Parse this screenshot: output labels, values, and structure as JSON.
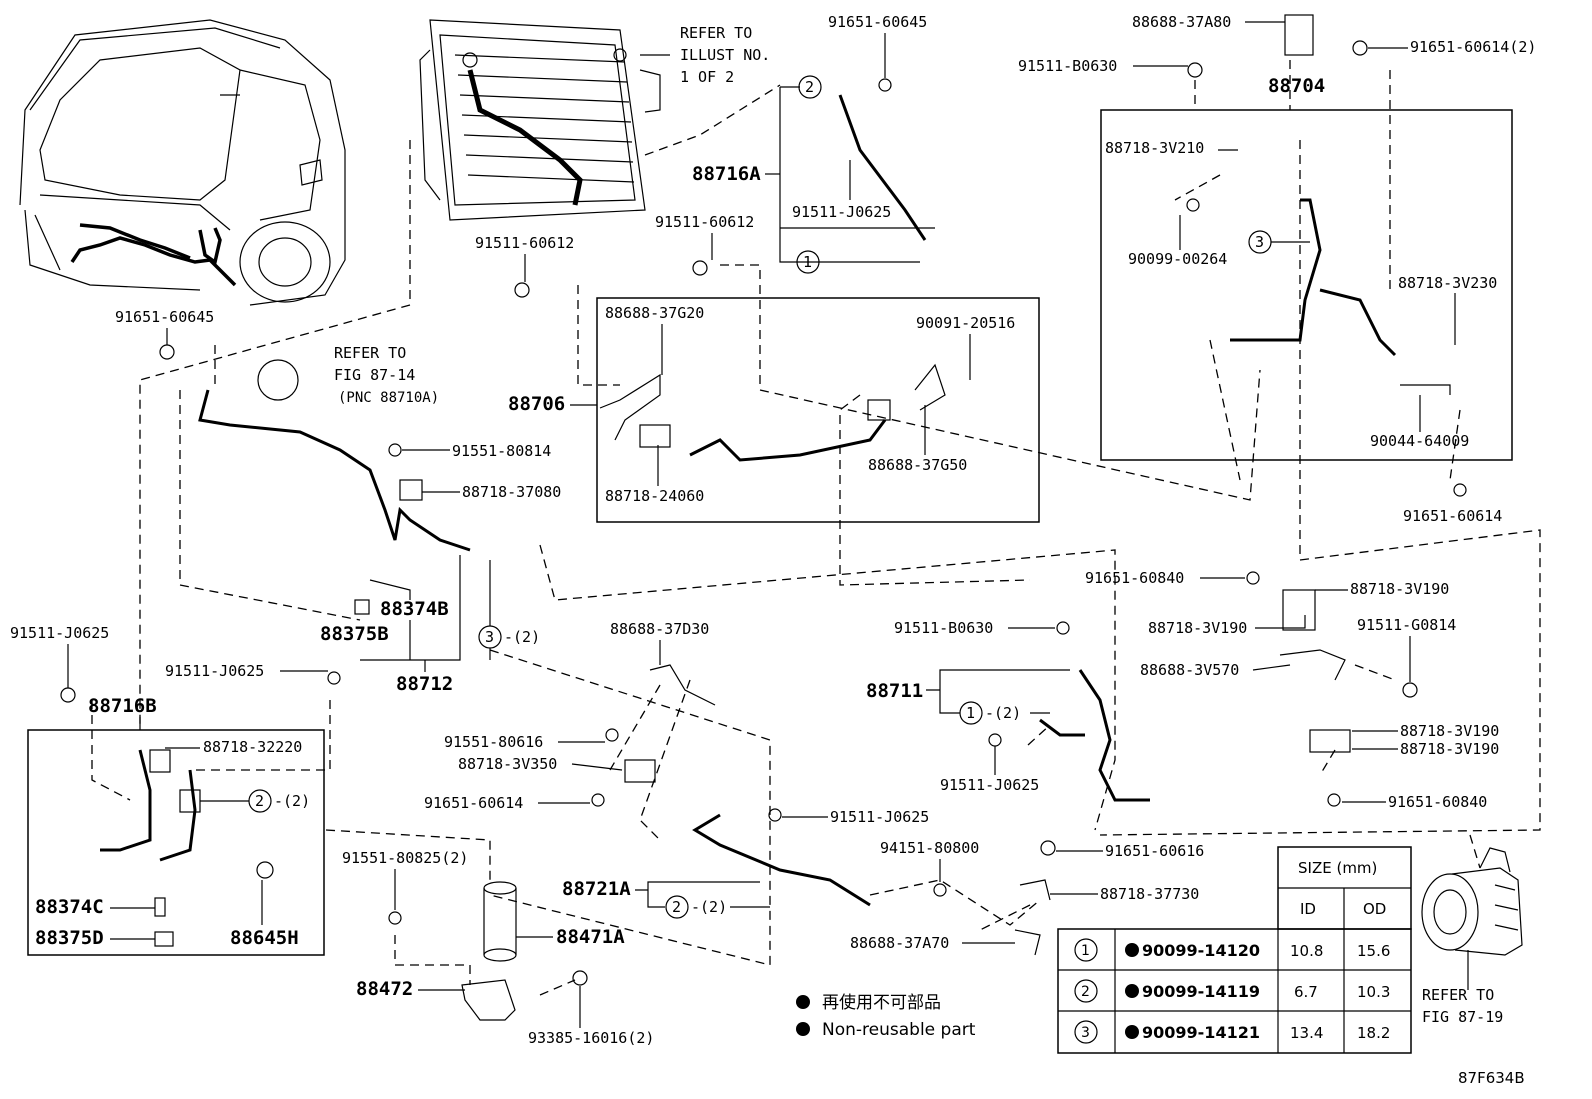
{
  "parts": {
    "p91651_60645_top": "91651-60645",
    "p88688_37A80": "88688-37A80",
    "p91651_60614_2": "91651-60614(2)",
    "p91511_B0630_top": "91511-B0630",
    "p88704": "88704",
    "p88718_3V210": "88718-3V210",
    "p90099_00264": "90099-00264",
    "p88718_3V230": "88718-3V230",
    "p90044_64009": "90044-64009",
    "p91651_60614_r": "91651-60614",
    "p88716A": "88716A",
    "p91511_J0625_a": "91511-J0625",
    "p91511_60612_a": "91511-60612",
    "p91511_60612_b": "91511-60612",
    "p88688_37G20": "88688-37G20",
    "p90091_20516": "90091-20516",
    "p88706": "88706",
    "p88718_24060": "88718-24060",
    "p88688_37G50": "88688-37G50",
    "p91651_60645_l": "91651-60645",
    "p91551_80814": "91551-80814",
    "p88718_37080": "88718-37080",
    "p88374B": "88374B",
    "p88375B": "88375B",
    "p88712": "88712",
    "p91511_J0625_b": "91511-J0625",
    "p91511_J0625_c": "91511-J0625",
    "p88716B": "88716B",
    "p88718_32220": "88718-32220",
    "p88374C": "88374C",
    "p88375D": "88375D",
    "p88645H": "88645H",
    "p88688_37D30": "88688-37D30",
    "p91551_80616": "91551-80616",
    "p88718_3V350": "88718-3V350",
    "p91651_60614_c": "91651-60614",
    "p91511_J0625_d": "91511-J0625",
    "p91551_80825_2": "91551-80825(2)",
    "p88721A": "88721A",
    "p88471A": "88471A",
    "p88472": "88472",
    "p93385_16016_2": "93385-16016(2)",
    "p91651_60840_a": "91651-60840",
    "p88718_3V190_a": "88718-3V190",
    "p88718_3V190_b": "88718-3V190",
    "p91511_B0630_b": "91511-B0630",
    "p91511_G0814": "91511-G0814",
    "p88688_3V570": "88688-3V570",
    "p88711": "88711",
    "p91511_J0625_e": "91511-J0625",
    "p88718_3V190_c": "88718-3V190",
    "p88718_3V190_d": "88718-3V190",
    "p91651_60840_b": "91651-60840",
    "p94151_80800": "94151-80800",
    "p91651_60616": "91651-60616",
    "p88718_37730": "88718-37730",
    "p88688_37A70": "88688-37A70"
  },
  "refs": {
    "illust_1": "REFER TO",
    "illust_2": "ILLUST NO.",
    "illust_3": "1 OF 2",
    "fig14_1": "REFER TO",
    "fig14_2": "FIG 87-14",
    "fig14_3": "(PNC 88710A)",
    "fig19_1": "REFER TO",
    "fig19_2": "FIG 87-19"
  },
  "markers": {
    "one": "1",
    "two": "2",
    "three": "3",
    "qty2": "-(2)"
  },
  "legend": {
    "jp": "再使用不可部品",
    "en": "Non-reusable part"
  },
  "size_table": {
    "title": "SIZE (mm)",
    "col_id": "ID",
    "col_od": "OD",
    "rows": [
      {
        "key": "1",
        "part": "90099-14120",
        "id": "10.8",
        "od": "15.6"
      },
      {
        "key": "2",
        "part": "90099-14119",
        "id": "6.7",
        "od": "10.3"
      },
      {
        "key": "3",
        "part": "90099-14121",
        "id": "13.4",
        "od": "18.2"
      }
    ]
  },
  "figure_code": "87F634B"
}
